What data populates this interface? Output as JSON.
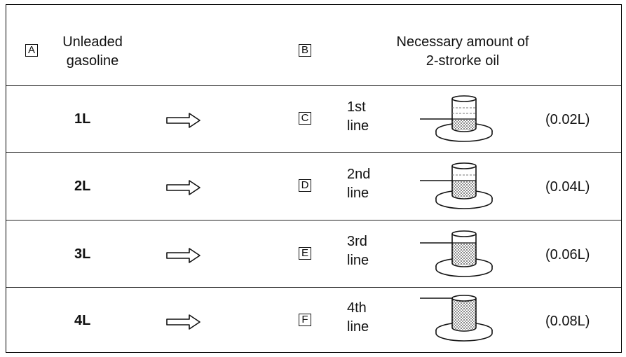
{
  "header": {
    "col_a": {
      "box": "A",
      "line1": "Unleaded",
      "line2": "gasoline"
    },
    "col_b": {
      "box": "B",
      "line1": "Necessary amount of",
      "line2": "2-strorke oil"
    }
  },
  "rows": [
    {
      "gasoline": "1L",
      "box": "C",
      "line_num": "1st",
      "line_word": "line",
      "amount": "(0.02L)",
      "fill_level": 1
    },
    {
      "gasoline": "2L",
      "box": "D",
      "line_num": "2nd",
      "line_word": "line",
      "amount": "(0.04L)",
      "fill_level": 2
    },
    {
      "gasoline": "3L",
      "box": "E",
      "line_num": "3rd",
      "line_word": "line",
      "amount": "(0.06L)",
      "fill_level": 3
    },
    {
      "gasoline": "4L",
      "box": "F",
      "line_num": "4th",
      "line_word": "line",
      "amount": "(0.08L)",
      "fill_level": 4
    }
  ],
  "colors": {
    "line": "#111111",
    "background": "#ffffff"
  },
  "icons": {
    "arrow": "outline-right-arrow-icon",
    "gauge": "oil-measuring-cup-icon"
  }
}
